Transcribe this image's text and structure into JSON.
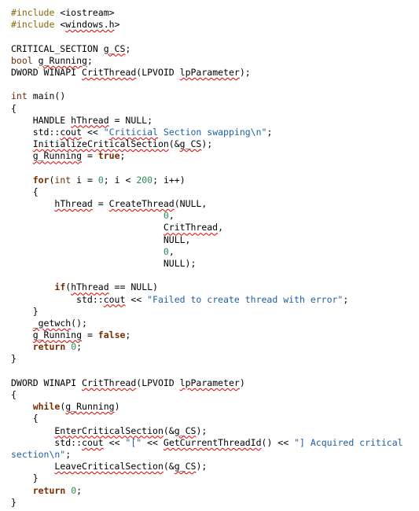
{
  "colors": {
    "keyword": "#7a2b00",
    "preprocessor": "#8b6508",
    "string": "#1f5fa8",
    "number": "#2e8b57",
    "squiggle": "#e00000",
    "text": "#000000",
    "background": "#ffffff"
  },
  "lines": [
    [
      {
        "t": "#include",
        "c": "pp"
      },
      {
        "t": " <iostream>"
      }
    ],
    [
      {
        "t": "#include",
        "c": "pp"
      },
      {
        "t": " <"
      },
      {
        "t": "windows.h",
        "c": "sq"
      },
      {
        "t": ">"
      }
    ],
    [],
    [
      {
        "t": "CRITICAL_SECTION "
      },
      {
        "t": "g_CS",
        "c": "sq"
      },
      {
        "t": ";"
      }
    ],
    [
      {
        "t": "bool",
        "c": "ty"
      },
      {
        "t": " "
      },
      {
        "t": "g_Running",
        "c": "sq"
      },
      {
        "t": ";"
      }
    ],
    [
      {
        "t": "DWORD WINAPI "
      },
      {
        "t": "CritThread",
        "c": "sq"
      },
      {
        "t": "(LPVOID "
      },
      {
        "t": "lpParameter",
        "c": "sq"
      },
      {
        "t": ");"
      }
    ],
    [],
    [
      {
        "t": "int",
        "c": "ty"
      },
      {
        "t": " main()"
      }
    ],
    [
      {
        "t": "{"
      }
    ],
    [
      {
        "t": "    HANDLE "
      },
      {
        "t": "hThread",
        "c": "sq"
      },
      {
        "t": " = NULL;"
      }
    ],
    [
      {
        "t": "    std::"
      },
      {
        "t": "cout",
        "c": "sq"
      },
      {
        "t": " << "
      },
      {
        "t": "\"",
        "c": "str"
      },
      {
        "t": "Criticial",
        "c": "str sq"
      },
      {
        "t": " Section swapping\\n\"",
        "c": "str"
      },
      {
        "t": ";"
      }
    ],
    [
      {
        "t": "    "
      },
      {
        "t": "InitializeCriticalSection",
        "c": "sq"
      },
      {
        "t": "(&"
      },
      {
        "t": "g_CS",
        "c": "sq"
      },
      {
        "t": ");"
      }
    ],
    [
      {
        "t": "    "
      },
      {
        "t": "g_Running",
        "c": "sq"
      },
      {
        "t": " = "
      },
      {
        "t": "true",
        "c": "kw"
      },
      {
        "t": ";"
      }
    ],
    [],
    [
      {
        "t": "    "
      },
      {
        "t": "for",
        "c": "kw"
      },
      {
        "t": "("
      },
      {
        "t": "int",
        "c": "ty"
      },
      {
        "t": " i = "
      },
      {
        "t": "0",
        "c": "num"
      },
      {
        "t": "; i < "
      },
      {
        "t": "200",
        "c": "num"
      },
      {
        "t": "; i++)"
      }
    ],
    [
      {
        "t": "    {"
      }
    ],
    [
      {
        "t": "        "
      },
      {
        "t": "hThread",
        "c": "sq"
      },
      {
        "t": " = "
      },
      {
        "t": "CreateThread",
        "c": "sq"
      },
      {
        "t": "(NULL,"
      }
    ],
    [
      {
        "t": "                            "
      },
      {
        "t": "0",
        "c": "num"
      },
      {
        "t": ","
      }
    ],
    [
      {
        "t": "                            "
      },
      {
        "t": "CritThread",
        "c": "sq"
      },
      {
        "t": ","
      }
    ],
    [
      {
        "t": "                            NULL,"
      }
    ],
    [
      {
        "t": "                            "
      },
      {
        "t": "0",
        "c": "num"
      },
      {
        "t": ","
      }
    ],
    [
      {
        "t": "                            NULL);"
      }
    ],
    [],
    [
      {
        "t": "        "
      },
      {
        "t": "if",
        "c": "kw"
      },
      {
        "t": "("
      },
      {
        "t": "hThread",
        "c": "sq"
      },
      {
        "t": " == NULL)"
      }
    ],
    [
      {
        "t": "            std::"
      },
      {
        "t": "cout",
        "c": "sq"
      },
      {
        "t": " << "
      },
      {
        "t": "\"Failed to create thread with error\"",
        "c": "str"
      },
      {
        "t": ";"
      }
    ],
    [
      {
        "t": "    }"
      }
    ],
    [
      {
        "t": "    "
      },
      {
        "t": "_getwch",
        "c": "sq"
      },
      {
        "t": "();"
      }
    ],
    [
      {
        "t": "    "
      },
      {
        "t": "g_Running",
        "c": "sq"
      },
      {
        "t": " = "
      },
      {
        "t": "false",
        "c": "kw"
      },
      {
        "t": ";"
      }
    ],
    [
      {
        "t": "    "
      },
      {
        "t": "return",
        "c": "kw"
      },
      {
        "t": " "
      },
      {
        "t": "0",
        "c": "num"
      },
      {
        "t": ";"
      }
    ],
    [
      {
        "t": "}"
      }
    ],
    [],
    [
      {
        "t": "DWORD WINAPI "
      },
      {
        "t": "CritThread",
        "c": "sq"
      },
      {
        "t": "(LPVOID "
      },
      {
        "t": "lpParameter",
        "c": "sq"
      },
      {
        "t": ")"
      }
    ],
    [
      {
        "t": "{"
      }
    ],
    [
      {
        "t": "    "
      },
      {
        "t": "while",
        "c": "kw"
      },
      {
        "t": "("
      },
      {
        "t": "g_Running",
        "c": "sq"
      },
      {
        "t": ")"
      }
    ],
    [
      {
        "t": "    {"
      }
    ],
    [
      {
        "t": "        "
      },
      {
        "t": "EnterCriticalSection",
        "c": "sq"
      },
      {
        "t": "(&"
      },
      {
        "t": "g_CS",
        "c": "sq"
      },
      {
        "t": ");"
      }
    ],
    [
      {
        "t": "        std::"
      },
      {
        "t": "cout",
        "c": "sq"
      },
      {
        "t": " << "
      },
      {
        "t": "\"[\"",
        "c": "str"
      },
      {
        "t": " << "
      },
      {
        "t": "GetCurrentThreadId",
        "c": "sq"
      },
      {
        "t": "() << "
      },
      {
        "t": "\"] Acquired critical",
        "c": "str"
      }
    ],
    [
      {
        "t": "section\\n\"",
        "c": "str"
      },
      {
        "t": ";"
      }
    ],
    [
      {
        "t": "        "
      },
      {
        "t": "LeaveCriticalSection",
        "c": "sq"
      },
      {
        "t": "(&"
      },
      {
        "t": "g_CS",
        "c": "sq"
      },
      {
        "t": ");"
      }
    ],
    [
      {
        "t": "    }"
      }
    ],
    [
      {
        "t": "    "
      },
      {
        "t": "return",
        "c": "kw"
      },
      {
        "t": " "
      },
      {
        "t": "0",
        "c": "num"
      },
      {
        "t": ";"
      }
    ],
    [
      {
        "t": "}"
      }
    ]
  ]
}
